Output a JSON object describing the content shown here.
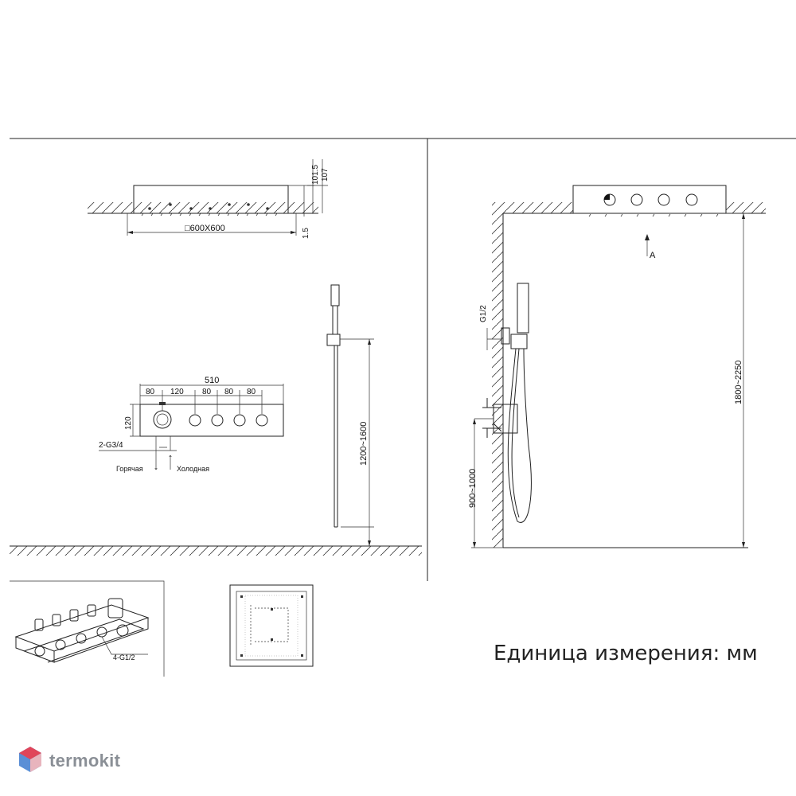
{
  "top_view": {
    "dim_height_1": "101.5",
    "dim_height_2": "107",
    "dim_gap": "1.5",
    "dim_size": "□600X600"
  },
  "front_panel": {
    "overall_width": "510",
    "spacings": [
      "80",
      "120",
      "80",
      "80",
      "80"
    ],
    "height": "120",
    "inlet": "2-G3/4",
    "hot_label": "Горячая",
    "cold_label": "Холодная"
  },
  "middle_side": {
    "hand_shower_height": "1200~1600"
  },
  "right_side": {
    "connection": "G1/2",
    "view_label": "A",
    "ceiling_height": "1800~2250",
    "mixer_height": "900~1000"
  },
  "iso_view": {
    "outlets": "4-G1/2"
  },
  "footer": {
    "units_text": "Единица измерения: мм"
  },
  "brand": {
    "name": "termokit",
    "colors": {
      "red": "#e0455a",
      "blue": "#5b8fd6",
      "grey": "#8a8f96"
    }
  }
}
